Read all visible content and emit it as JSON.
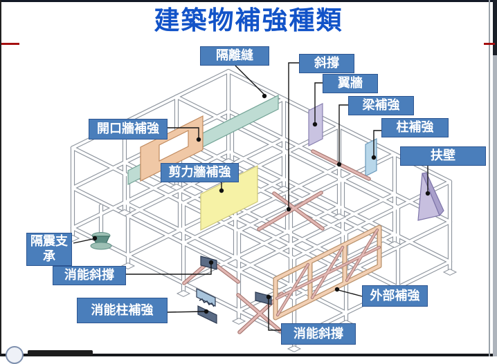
{
  "title": {
    "text": "建築物補強種類",
    "color": "#1253c8"
  },
  "decor": {
    "red_tick_color": "#a50f0f",
    "slide_border_dark": "#161b26"
  },
  "diagram": {
    "labels": [
      {
        "id": "isolation-joint",
        "text": "隔離縫"
      },
      {
        "id": "diagonal-brace",
        "text": "斜撐"
      },
      {
        "id": "wing-wall",
        "text": "翼牆"
      },
      {
        "id": "beam-reinforcement",
        "text": "梁補強"
      },
      {
        "id": "column-reinforcement",
        "text": "柱補強"
      },
      {
        "id": "buttress",
        "text": "扶壁"
      },
      {
        "id": "opening-wall-reinforcement",
        "text": "開口牆補強"
      },
      {
        "id": "shear-wall-reinforcement",
        "text": "剪力牆補強"
      },
      {
        "id": "seismic-isolation-bearing",
        "text": "隔震支承"
      },
      {
        "id": "energy-dissipation-brace",
        "text": "消能斜撐"
      },
      {
        "id": "energy-dissipation-column-reinforcement",
        "text": "消能柱補強"
      },
      {
        "id": "energy-dissipation-brace-lower",
        "text": "消能斜撐"
      },
      {
        "id": "external-reinforcement",
        "text": "外部補強"
      }
    ],
    "label_style": {
      "fill": "#4a7ebb",
      "border": "#2c5591",
      "text_color": "#ffffff"
    },
    "colors": {
      "frame_outline": "#8e959e",
      "frame_fill": "#ffffff",
      "joint_teal": "#bedcd3",
      "joint_teal_edge": "#74a497",
      "opening_peach": "#f0c8a6",
      "opening_peach_edge": "#c08a5e",
      "shear_yellow": "#f6f2a6",
      "shear_yellow_edge": "#cfc878",
      "wing_purple": "#c9c3e1",
      "wing_purple_edge": "#8880b0",
      "column_blue": "#b8d7ea",
      "column_blue_edge": "#6898ba",
      "buttress_purple": "#c7bfdf",
      "buttress_purple_edge": "#7d74a8",
      "bearing_green": "#5f8f85",
      "bearing_green_light": "#9ec0b5",
      "brace_pink": "#e3b8b4",
      "brace_pink_edge": "#a87a74",
      "ext_frame": "#f3d0b4",
      "ext_frame_edge": "#b8906a",
      "damper_dark": "#5a6b85",
      "damper_light": "#a8c4dc",
      "damper_edge": "#2c3950",
      "leader": "#141414"
    }
  }
}
